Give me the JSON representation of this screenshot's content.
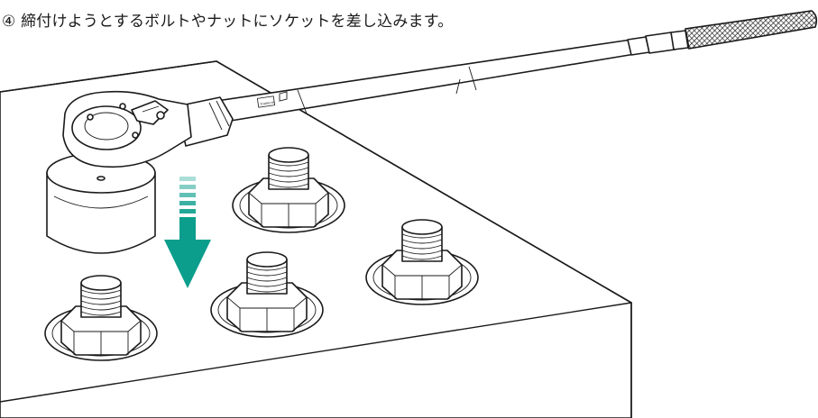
{
  "step": {
    "number": "④",
    "text": "締付けようとするボルトやナットにソケットを差し込みます。"
  },
  "wrench": {
    "marking": "TOHNICHI"
  },
  "colors": {
    "arrow": "#0b9e8c",
    "line": "#1a1a1a",
    "background": "#ffffff"
  },
  "icons": [
    "down-arrow-icon"
  ]
}
